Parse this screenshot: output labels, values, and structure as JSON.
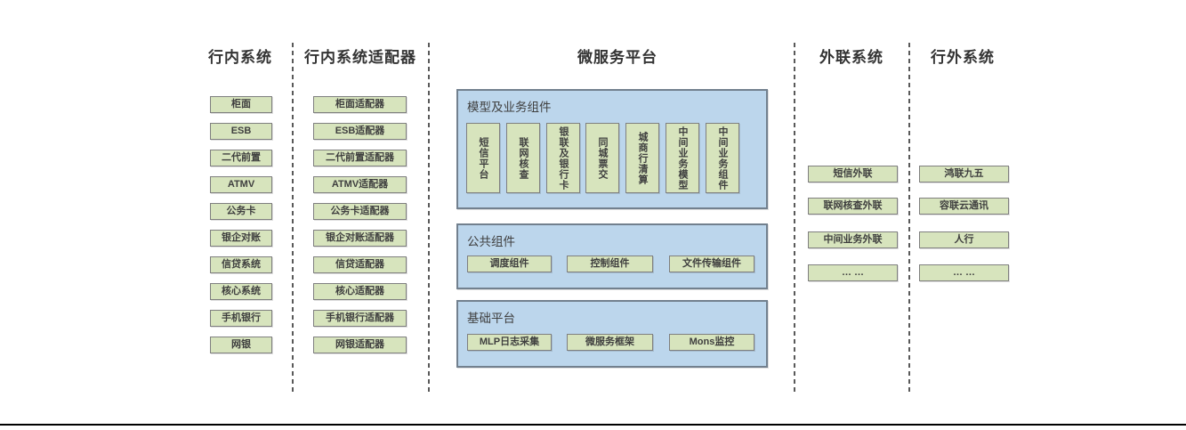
{
  "colors": {
    "node_fill": "#d7e4bd",
    "node_border": "#7f7f7f",
    "panel_fill": "#bcd6ec",
    "panel_border": "#72808e",
    "divider": "#595959",
    "text": "#3f3f3f",
    "bottom_line": "#000000"
  },
  "columns": [
    {
      "title": "行内系统",
      "items": [
        "柜面",
        "ESB",
        "二代前置",
        "ATMV",
        "公务卡",
        "银企对账",
        "信贷系统",
        "核心系统",
        "手机银行",
        "网银"
      ]
    },
    {
      "title": "行内系统适配器",
      "items": [
        "柜面适配器",
        "ESB适配器",
        "二代前置适配器",
        "ATMV适配器",
        "公务卡适配器",
        "银企对账适配器",
        "信贷适配器",
        "核心适配器",
        "手机银行适配器",
        "网银适配器"
      ]
    },
    {
      "title": "微服务平台",
      "groups": [
        {
          "title": "模型及业务组件",
          "items": [
            "短信平台",
            "联网核查",
            "银联及银行卡",
            "同城票交",
            "城商行清算",
            "中间业务模型",
            "中间业务组件"
          ]
        },
        {
          "title": "公共组件",
          "items": [
            "调度组件",
            "控制组件",
            "文件传输组件"
          ]
        },
        {
          "title": "基础平台",
          "items": [
            "MLP日志采集",
            "微服务框架",
            "Mons监控"
          ]
        }
      ]
    },
    {
      "title": "外联系统",
      "items": [
        "短信外联",
        "联网核查外联",
        "中间业务外联",
        "… …"
      ]
    },
    {
      "title": "行外系统",
      "items": [
        "鸿联九五",
        "容联云通讯",
        "人行",
        "… …"
      ]
    }
  ]
}
